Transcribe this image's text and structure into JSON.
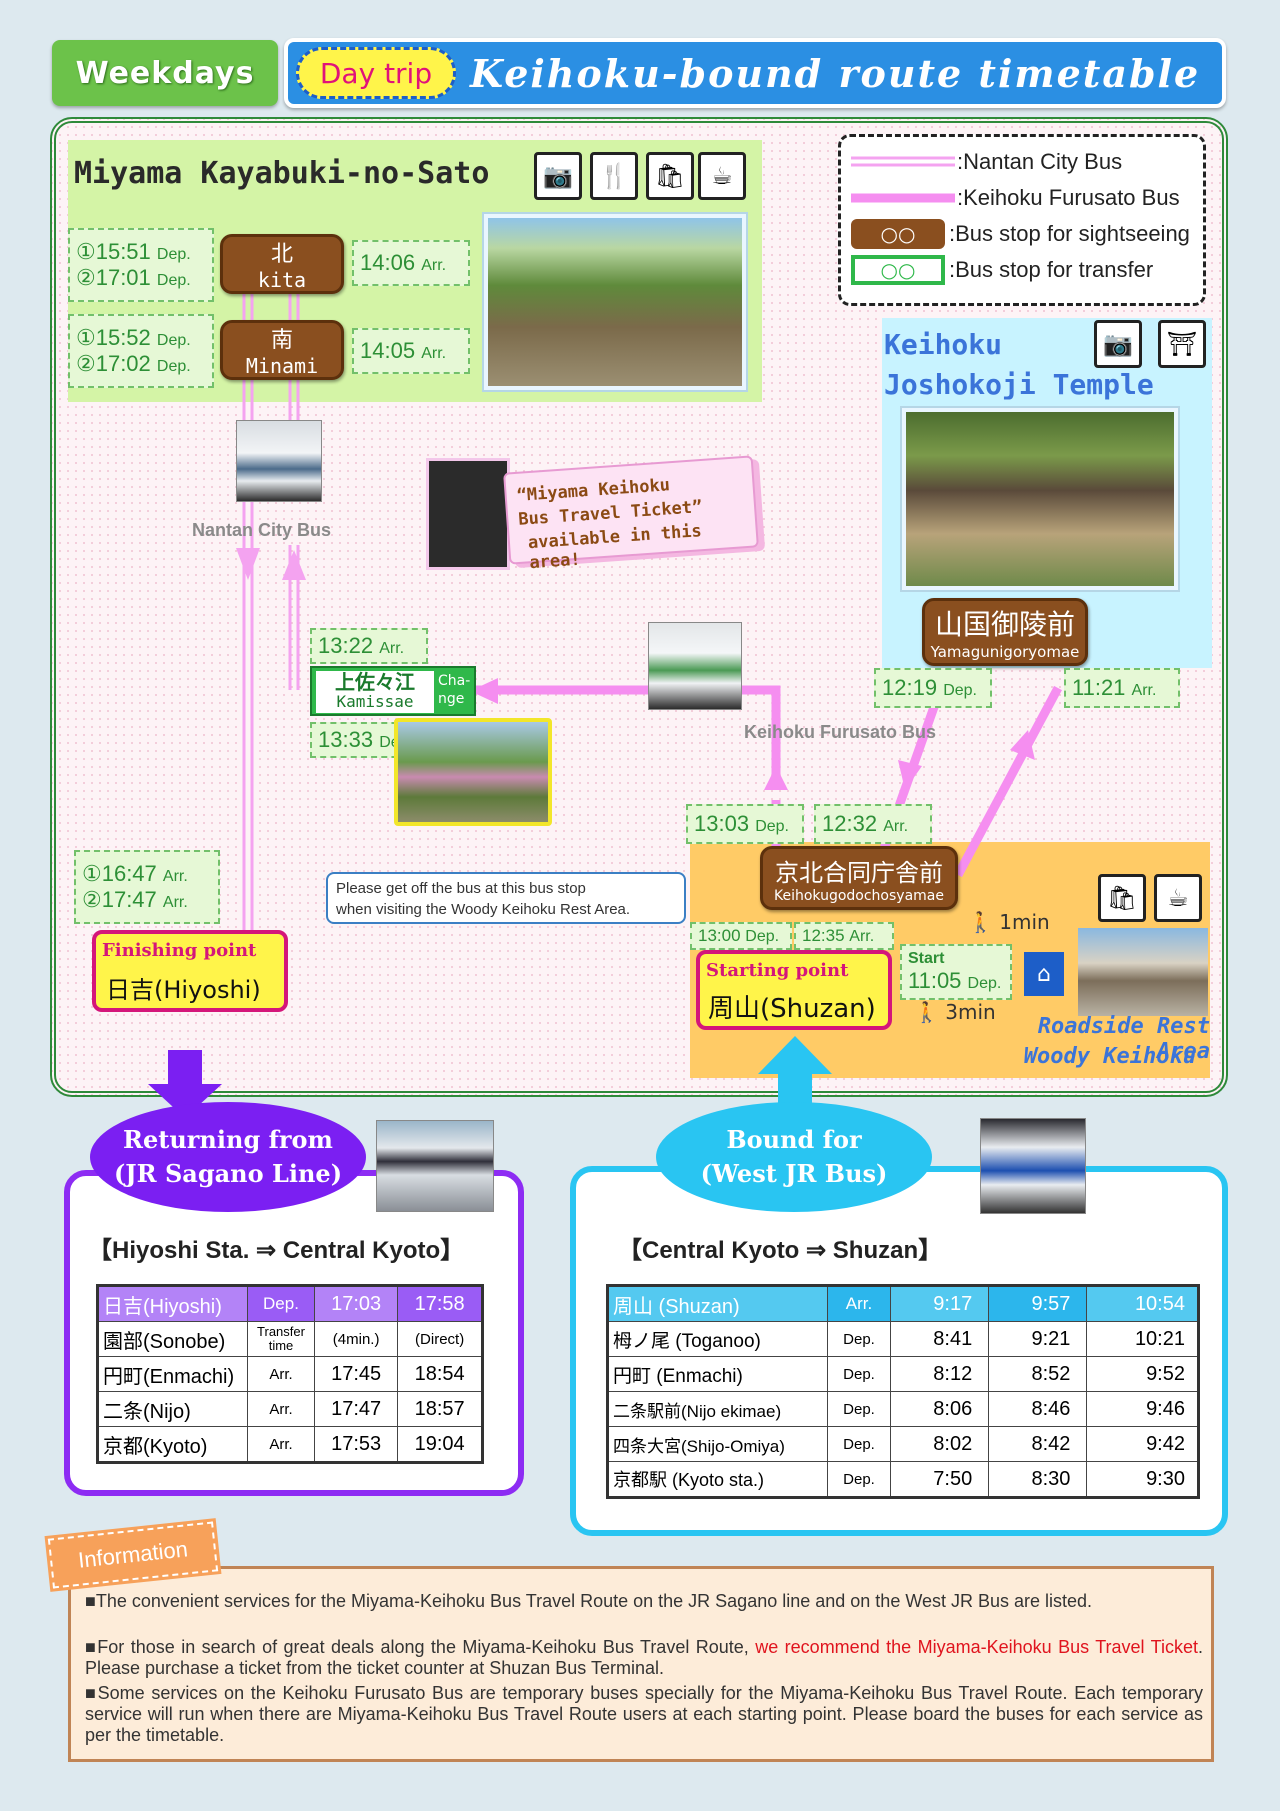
{
  "header": {
    "weekdays": "Weekdays",
    "day_trip": "Day trip",
    "title": "Keihoku-bound route timetable"
  },
  "legend": {
    "nantan": ":Nantan City Bus",
    "keihoku": ":Keihoku Furusato Bus",
    "sightseeing": ":Bus stop for sightseeing",
    "transfer": ":Bus stop for transfer",
    "sightseeing_color": "#8a4f1f",
    "transfer_color": "#2fb84a",
    "nantan_color": "#f4a3f0",
    "keihoku_color": "#f58ef0"
  },
  "miyama": {
    "title": "Miyama Kayabuki-no-Sato",
    "icons": [
      "camera-icon",
      "restaurant-icon",
      "shopping-icon",
      "cafe-icon"
    ],
    "kita": {
      "jp": "北",
      "en": "kita",
      "dep1": "①15:51",
      "dep2": "②17:01",
      "dep_label": "Dep.",
      "arr": "14:06",
      "arr_label": "Arr."
    },
    "minami": {
      "jp": "南",
      "en": "Minami",
      "dep1": "①15:52",
      "dep2": "②17:02",
      "dep_label": "Dep.",
      "arr": "14:05",
      "arr_label": "Arr."
    }
  },
  "nantan_label": "Nantan City Bus",
  "ticket_note": {
    "line1": "“Miyama Keihoku",
    "line2": "Bus Travel Ticket”",
    "line3": "available in this area!"
  },
  "kamisae": {
    "arr": "13:22",
    "arr_label": "Arr.",
    "jp": "上佐々江",
    "en": "Kamissae",
    "change": "Cha-nge",
    "dep": "13:33",
    "dep_label": "Dep."
  },
  "keihoku_furusato_label": "Keihoku Furusato Bus",
  "joshokoji": {
    "title1": "Keihoku",
    "title2": "Joshokoji Temple",
    "icons": [
      "camera-icon",
      "temple-icon"
    ],
    "jp": "山国御陵前",
    "en": "Yamagunigoryomae",
    "dep": "12:19",
    "dep_label": "Dep.",
    "arr": "11:21",
    "arr_label": "Arr."
  },
  "keihokugodo": {
    "jp": "京北合同庁舎前",
    "en": "Keihokugodochosyamae",
    "dep": "13:03",
    "dep_label": "Dep.",
    "arr": "12:32",
    "arr_label": "Arr.",
    "callout": [
      "Please get off the bus at this bus stop",
      "when visiting the Woody Keihoku Rest Area."
    ]
  },
  "hiyoshi_arr": {
    "a1": "①16:47",
    "a2": "②17:47",
    "label": "Arr."
  },
  "finishing": {
    "label": "Finishing point",
    "name": "日吉(Hiyoshi)"
  },
  "starting": {
    "label": "Starting point",
    "name": "周山(Shuzan)",
    "t1": "13:00",
    "t1_label": "Dep.",
    "t2": "12:35",
    "t2_label": "Arr.",
    "start_label": "Start",
    "start_time": "11:05",
    "start_dep": "Dep."
  },
  "woody": {
    "walk1": "1min",
    "walk2": "3min",
    "line1": "Roadside Rest Area",
    "line2": "Woody Keihoku",
    "icons": [
      "shopping-icon",
      "cafe-icon"
    ]
  },
  "returning": {
    "title1": "Returning from",
    "title2": "(JR Sagano Line)",
    "route": "【Hiyoshi Sta.  ⇒  Central Kyoto】",
    "header": {
      "station": "日吉(Hiyoshi)",
      "type": "Dep.",
      "t1": "17:03",
      "t2": "17:58"
    },
    "rows": [
      {
        "station": "園部(Sonobe)",
        "type": "Transfer time",
        "t1": "(4min.)",
        "t2": "(Direct)"
      },
      {
        "station": "円町(Enmachi)",
        "type": "Arr.",
        "t1": "17:45",
        "t2": "18:54"
      },
      {
        "station": "二条(Nijo)",
        "type": "Arr.",
        "t1": "17:47",
        "t2": "18:57"
      },
      {
        "station": "京都(Kyoto)",
        "type": "Arr.",
        "t1": "17:53",
        "t2": "19:04"
      }
    ]
  },
  "bound": {
    "title1": "Bound for",
    "title2": "(West JR Bus)",
    "route": "【Central Kyoto  ⇒  Shuzan】",
    "header": {
      "station": "周山 (Shuzan)",
      "type": "Arr.",
      "t1": "9:17",
      "t2": "9:57",
      "t3": "10:54"
    },
    "rows": [
      {
        "station": "栂ノ尾  (Toganoo)",
        "type": "Dep.",
        "t1": "8:41",
        "t2": "9:21",
        "t3": "10:21"
      },
      {
        "station": "円町   (Enmachi)",
        "type": "Dep.",
        "t1": "8:12",
        "t2": "8:52",
        "t3": "9:52"
      },
      {
        "station": "二条駅前(Nijo ekimae)",
        "type": "Dep.",
        "t1": "8:06",
        "t2": "8:46",
        "t3": "9:46"
      },
      {
        "station": "四条大宮(Shijo-Omiya)",
        "type": "Dep.",
        "t1": "8:02",
        "t2": "8:42",
        "t3": "9:42"
      },
      {
        "station": "京都駅  (Kyoto sta.)",
        "type": "Dep.",
        "t1": "7:50",
        "t2": "8:30",
        "t3": "9:30"
      }
    ]
  },
  "information": {
    "tag": "Information",
    "p1": "■The convenient services for the Miyama-Keihoku Bus Travel Route on the JR Sagano line and on the West JR Bus are listed.",
    "p2a": "■For those in search of great deals along the Miyama-Keihoku Bus Travel Route, ",
    "p2b": "we recommend the Miyama-Keihoku Bus Travel Ticket",
    "p2c": ". Please purchase a ticket from the ticket counter at Shuzan Bus Terminal.",
    "p3": "■Some services on the Keihoku Furusato Bus are temporary buses specially for the Miyama-Keihoku Bus Travel Route. Each temporary service will run when there are Miyama-Keihoku Bus Travel Route users at each starting point. Please board the buses for each service as per the timetable.",
    "highlight_color": "#e0141e"
  }
}
